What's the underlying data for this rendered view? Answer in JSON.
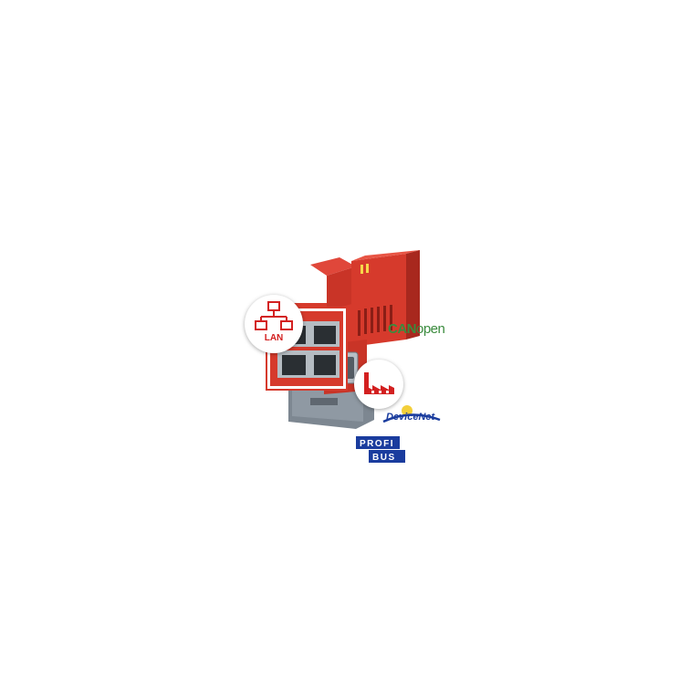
{
  "image": {
    "subject": "industrial-gateway-device",
    "colors": {
      "housing": "#d63a2c",
      "housing_dark": "#a8281e",
      "base": "#7d8791",
      "background": "#ffffff"
    }
  },
  "badges": {
    "lan_label": "LAN",
    "lan_icon": "network-icon",
    "factory_icon": "factory-icon"
  },
  "logos": {
    "canopen_can": "CAN",
    "canopen_open": "open",
    "devicenet": "DeviceNet",
    "profibus_top": "PROFI",
    "profibus_bottom": "BUS"
  }
}
